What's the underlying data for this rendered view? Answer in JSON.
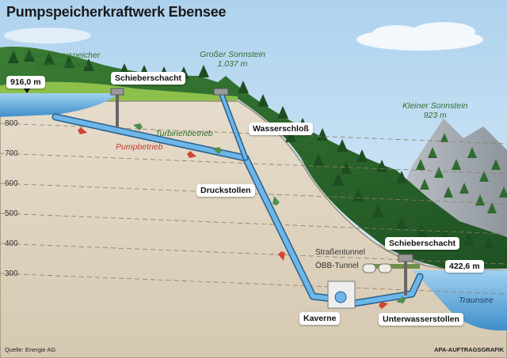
{
  "title": "Pumpspeicherkraftwerk Ebensee",
  "labels": {
    "upper_reservoir": [
      "Oberwasserspeicher",
      "Rumitzgraben"
    ],
    "peak_grosser": [
      "Großer Sonnstein",
      "1.037 m"
    ],
    "peak_kleiner": [
      "Kleiner Sonnstein",
      "923 m"
    ],
    "lake": "Traunsee",
    "turbine_mode": "Turbinenbetrieb",
    "pump_mode": "Pumpbetrieb",
    "road_tunnel": "Straßentunnel",
    "rail_tunnel": "ÖBB-Tunnel"
  },
  "boxes": {
    "upper_level": "916,0 m",
    "gate_shaft_upper": "Schieberschacht",
    "surge_chamber": "Wasserschloß",
    "pressure_tunnel": "Druckstollen",
    "gate_shaft_lower": "Schieberschacht",
    "lower_level": "422,6 m",
    "cavern": "Kaverne",
    "tailwater_tunnel": "Unterwasserstollen"
  },
  "altitude_ticks": [
    "800",
    "700",
    "600",
    "500",
    "400",
    "300"
  ],
  "footer": {
    "source": "Quelle: Energie AG",
    "credit": "APA-AUFTRAGSGRAFIK"
  },
  "colors": {
    "sky": "#c9e2f2",
    "ground": "#ddd2be",
    "ground_edge": "#9e8f76",
    "grass": "#7fb33f",
    "forest": "#2d6a2f",
    "rock": "#a9afb5",
    "water": "#5ea9dd",
    "turbine_arrow": "#4f8f4f",
    "pump_arrow": "#d0472f"
  }
}
